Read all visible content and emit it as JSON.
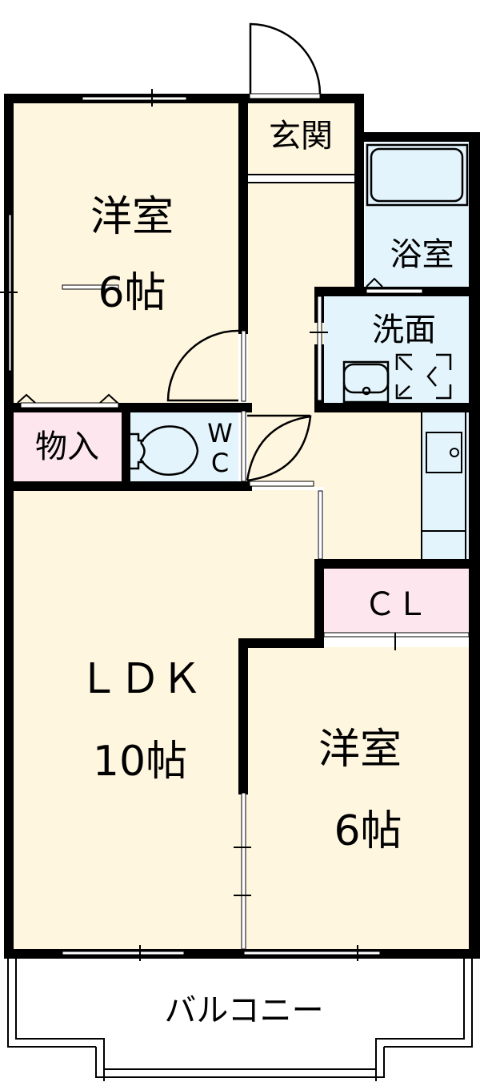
{
  "floor_plan": {
    "rooms": [
      {
        "id": "western-room-1",
        "name": "洋室",
        "size": "6帖"
      },
      {
        "id": "entrance",
        "name": "玄関"
      },
      {
        "id": "bathroom",
        "name": "浴室"
      },
      {
        "id": "washroom",
        "name": "洗面"
      },
      {
        "id": "storage",
        "name": "物入"
      },
      {
        "id": "toilet",
        "name_line1": "W",
        "name_line2": "C"
      },
      {
        "id": "ldk",
        "name": "ＬＤＫ",
        "size": "10帖"
      },
      {
        "id": "closet",
        "name": "ＣＬ"
      },
      {
        "id": "western-room-2",
        "name": "洋室",
        "size": "6帖"
      },
      {
        "id": "balcony",
        "name": "バルコニー"
      }
    ],
    "colors": {
      "living_fill": "#fff6df",
      "wet_area_fill": "#e3f4fc",
      "storage_fill": "#fde6ee",
      "wall": "#000000"
    }
  }
}
